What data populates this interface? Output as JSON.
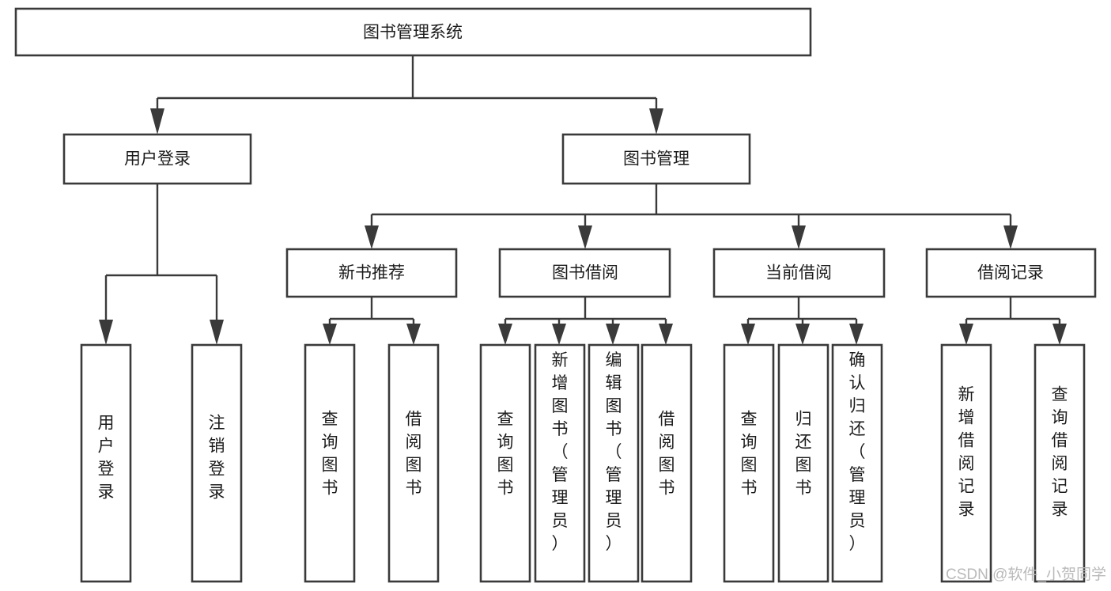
{
  "diagram": {
    "type": "hierarchy-tree",
    "title_node": {
      "id": "root",
      "label": "图书管理系统"
    },
    "levels": [
      {
        "level": 1,
        "nodes": [
          {
            "id": "root",
            "label": "图书管理系统",
            "orientation": "horizontal"
          }
        ]
      },
      {
        "level": 2,
        "nodes": [
          {
            "id": "user-login",
            "label": "用户登录",
            "orientation": "horizontal",
            "parent": "root"
          },
          {
            "id": "book-manage",
            "label": "图书管理",
            "orientation": "horizontal",
            "parent": "root"
          }
        ]
      },
      {
        "level": 3,
        "nodes": [
          {
            "id": "new-book-rec",
            "label": "新书推荐",
            "orientation": "horizontal",
            "parent": "book-manage"
          },
          {
            "id": "book-borrow",
            "label": "图书借阅",
            "orientation": "horizontal",
            "parent": "book-manage"
          },
          {
            "id": "current-borrow",
            "label": "当前借阅",
            "orientation": "horizontal",
            "parent": "book-manage"
          },
          {
            "id": "borrow-record",
            "label": "借阅记录",
            "orientation": "horizontal",
            "parent": "book-manage"
          }
        ]
      },
      {
        "level": 4,
        "nodes": [
          {
            "id": "leaf-user-login",
            "label": "用户登录",
            "orientation": "vertical",
            "parent": "user-login"
          },
          {
            "id": "leaf-logout",
            "label": "注销登录",
            "orientation": "vertical",
            "parent": "user-login"
          },
          {
            "id": "leaf-query-book-1",
            "label": "查询图书",
            "orientation": "vertical",
            "parent": "new-book-rec"
          },
          {
            "id": "leaf-borrow-book-1",
            "label": "借阅图书",
            "orientation": "vertical",
            "parent": "new-book-rec"
          },
          {
            "id": "leaf-query-book-2",
            "label": "查询图书",
            "orientation": "vertical",
            "parent": "book-borrow"
          },
          {
            "id": "leaf-add-book",
            "label": "新增图书（管理员）",
            "orientation": "vertical",
            "parent": "book-borrow"
          },
          {
            "id": "leaf-edit-book",
            "label": "编辑图书（管理员）",
            "orientation": "vertical",
            "parent": "book-borrow"
          },
          {
            "id": "leaf-borrow-book-2",
            "label": "借阅图书",
            "orientation": "vertical",
            "parent": "book-borrow"
          },
          {
            "id": "leaf-query-book-3",
            "label": "查询图书",
            "orientation": "vertical",
            "parent": "current-borrow"
          },
          {
            "id": "leaf-return-book",
            "label": "归还图书",
            "orientation": "vertical",
            "parent": "current-borrow"
          },
          {
            "id": "leaf-confirm-return",
            "label": "确认归还（管理员）",
            "orientation": "vertical",
            "parent": "current-borrow"
          },
          {
            "id": "leaf-add-record",
            "label": "新增借阅记录",
            "orientation": "vertical",
            "parent": "borrow-record"
          },
          {
            "id": "leaf-query-record",
            "label": "查询借阅记录",
            "orientation": "vertical",
            "parent": "borrow-record"
          }
        ]
      }
    ],
    "colors": {
      "box_stroke": "#3a3a3a",
      "box_fill": "#ffffff",
      "text": "#1c1c1c",
      "connector": "#3a3a3a",
      "watermark": "#b9b9b9",
      "background": "#ffffff"
    }
  },
  "watermark": {
    "text": "CSDN @软件_小贺同学"
  }
}
